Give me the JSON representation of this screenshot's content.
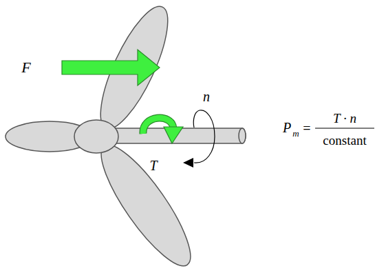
{
  "diagram": {
    "labels": [
      "F",
      "n",
      "T",
      "P",
      "m",
      "=",
      "T · n",
      "constant"
    ]
  }
}
